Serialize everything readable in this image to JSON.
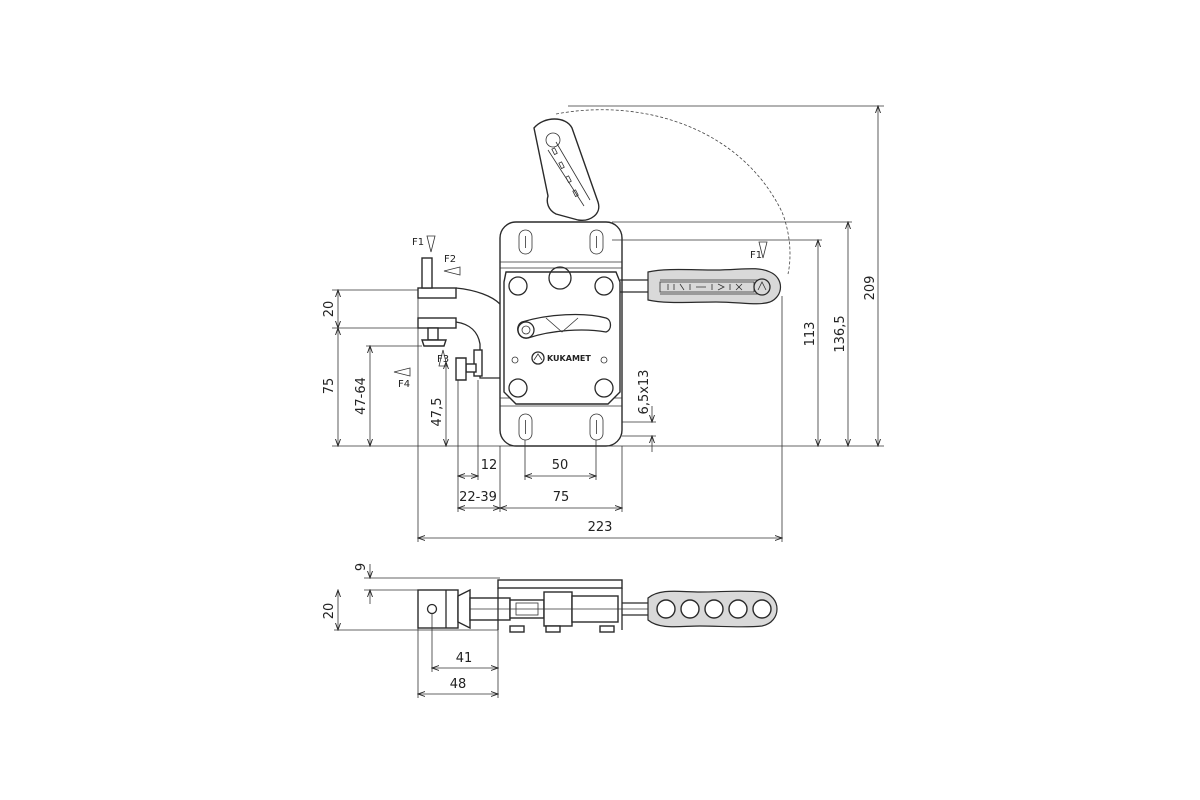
{
  "front_view": {
    "dimensions": {
      "d209": "209",
      "d136_5": "136,5",
      "d113": "113",
      "d20": "20",
      "d75": "75",
      "d47_64": "47-64",
      "d47_5": "47,5",
      "d6_5x13": "6,5x13",
      "d12": "12",
      "d50": "50",
      "d22_39": "22-39",
      "d75b": "75",
      "d223": "223"
    },
    "force_labels": {
      "f1": "F1",
      "f2": "F2",
      "f3": "F3",
      "f4": "F4",
      "f1_handle": "F1"
    },
    "brand_logo": "KUKAMET"
  },
  "top_view": {
    "dimensions": {
      "d9": "9",
      "d20": "20",
      "d41": "41",
      "d48": "48"
    }
  },
  "colors": {
    "line": "#2a2a2a",
    "grip_fill": "#d9d9d9",
    "background": "#ffffff"
  }
}
